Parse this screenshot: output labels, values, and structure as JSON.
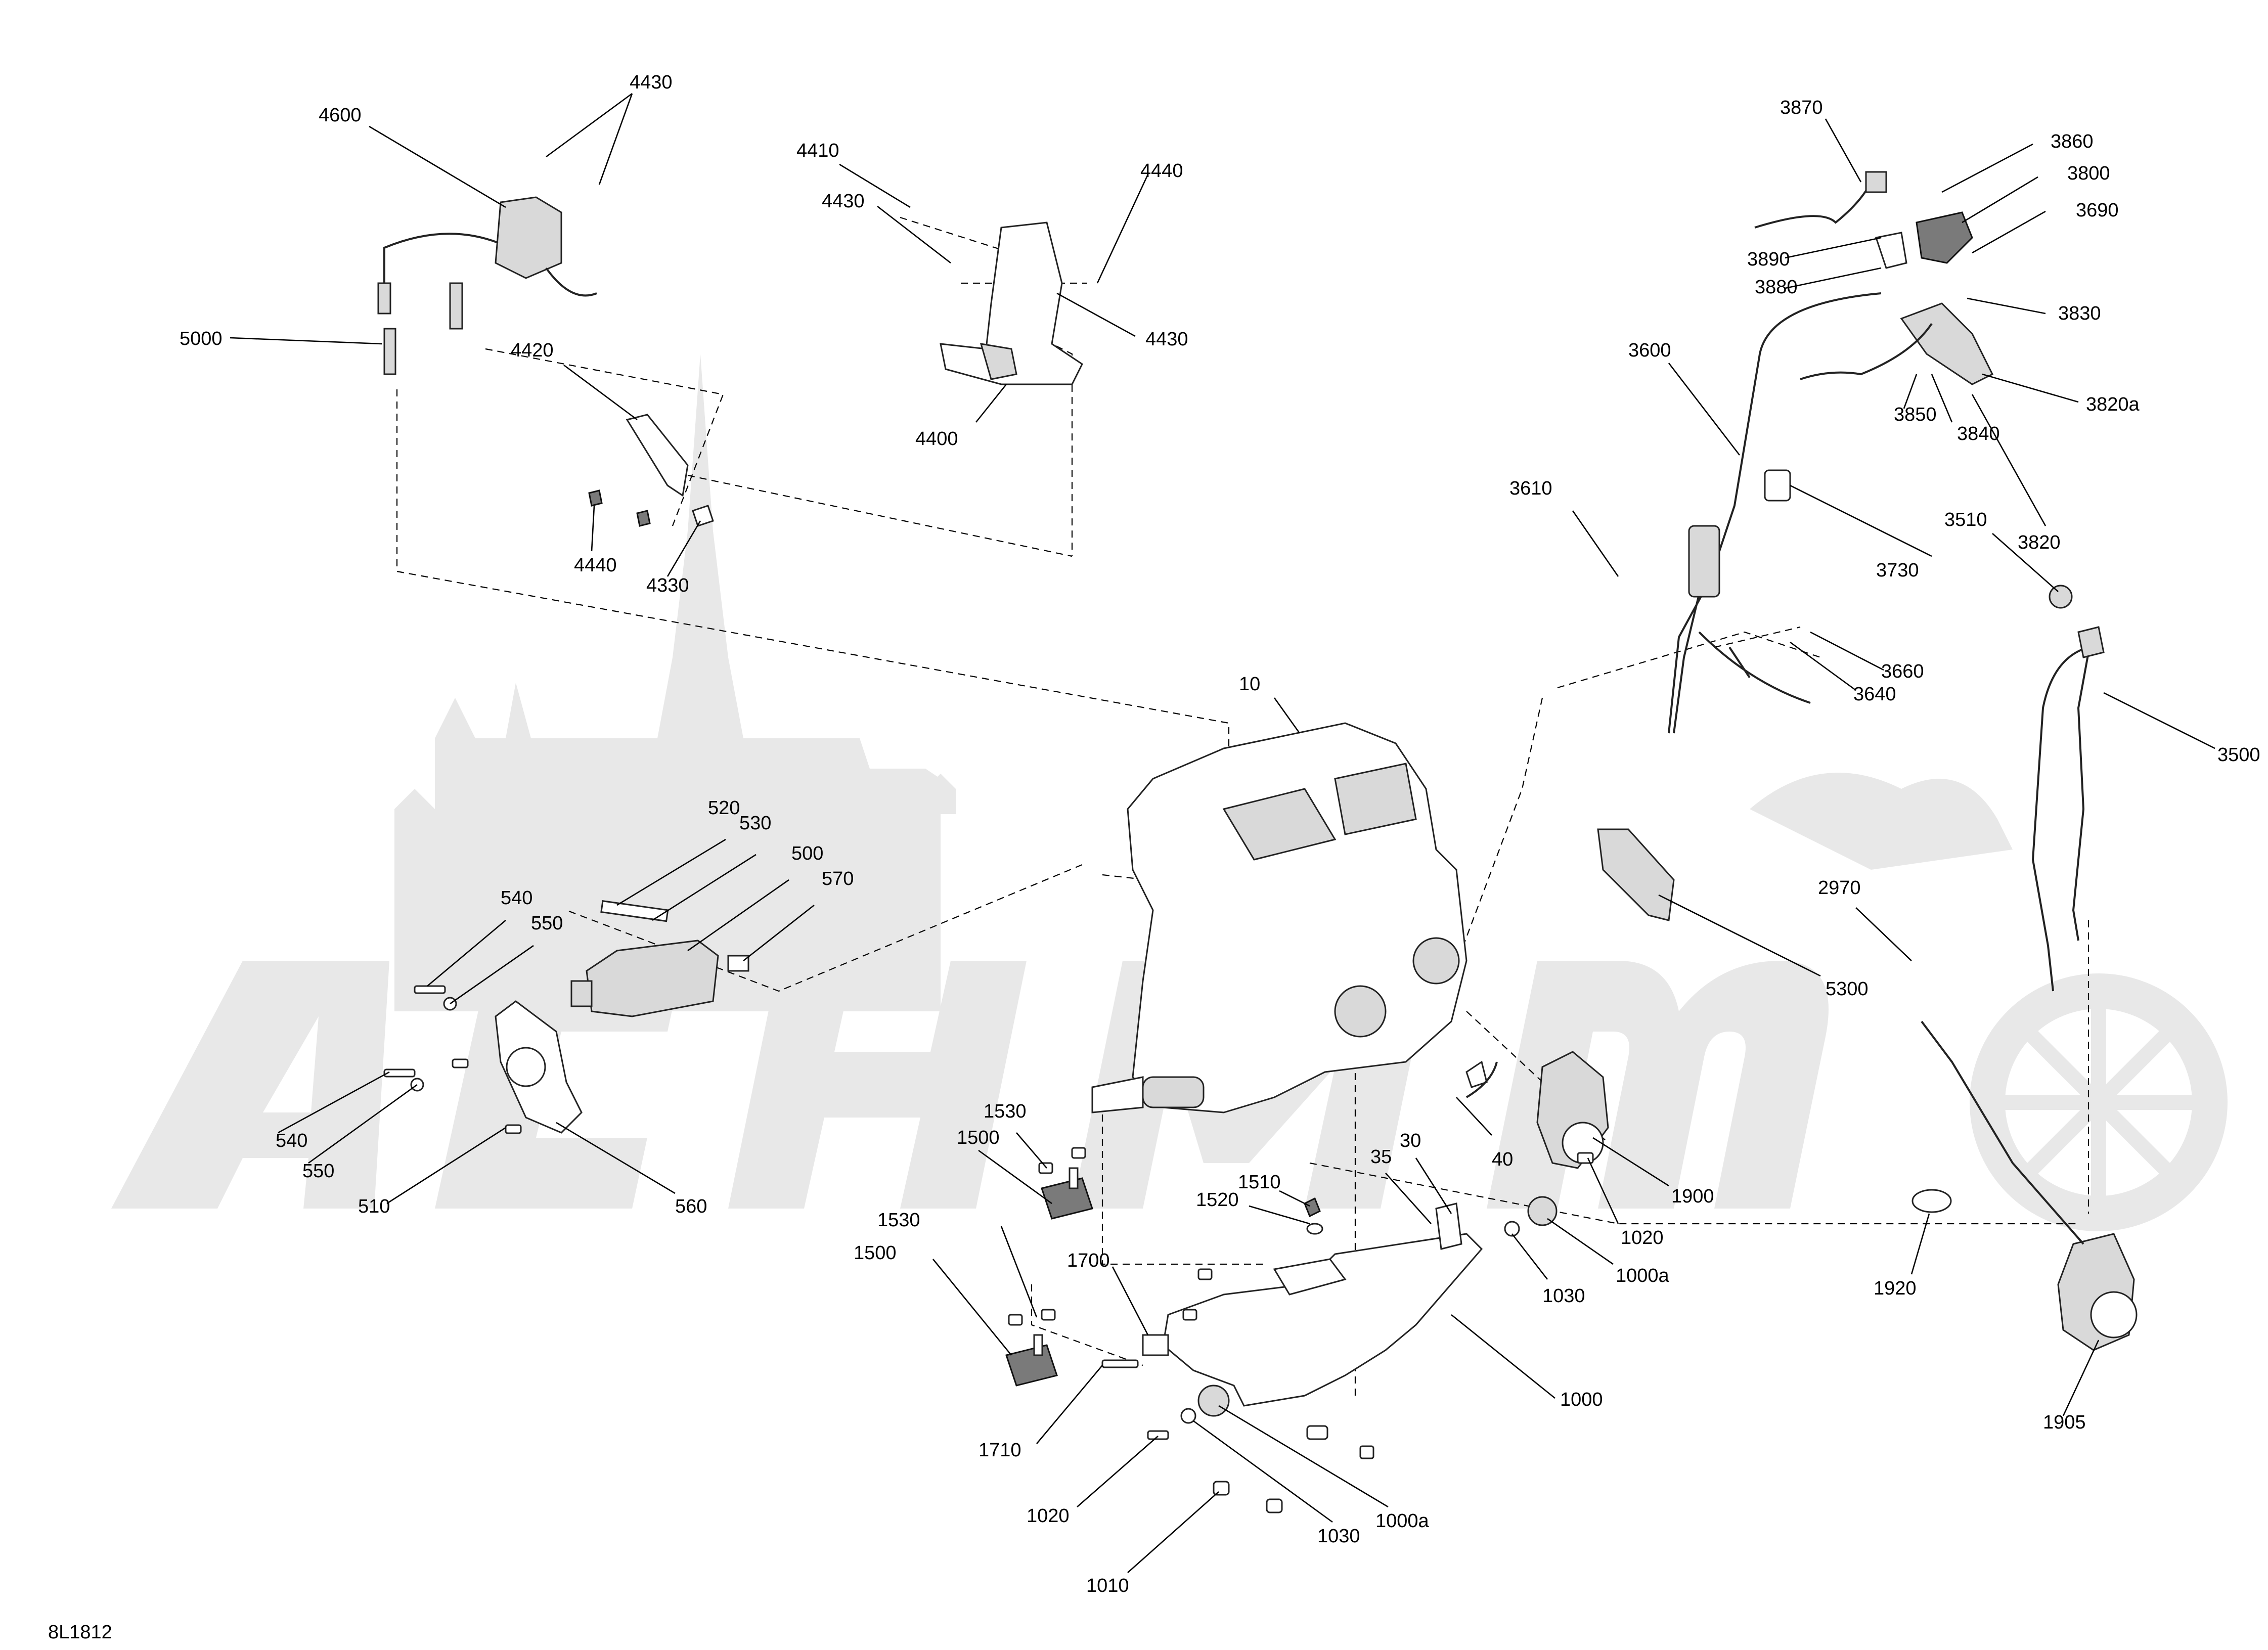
{
  "document": {
    "code": "8L1812"
  },
  "callouts": [
    {
      "id": "4600",
      "label": "4600"
    },
    {
      "id": "4430a",
      "label": "4430"
    },
    {
      "id": "5000",
      "label": "5000"
    },
    {
      "id": "4420",
      "label": "4420"
    },
    {
      "id": "4440a",
      "label": "4440"
    },
    {
      "id": "4330",
      "label": "4330"
    },
    {
      "id": "4410",
      "label": "4410"
    },
    {
      "id": "4430b",
      "label": "4430"
    },
    {
      "id": "4440b",
      "label": "4440"
    },
    {
      "id": "4430c",
      "label": "4430"
    },
    {
      "id": "4400",
      "label": "4400"
    },
    {
      "id": "3870",
      "label": "3870"
    },
    {
      "id": "3860",
      "label": "3860"
    },
    {
      "id": "3800",
      "label": "3800"
    },
    {
      "id": "3690",
      "label": "3690"
    },
    {
      "id": "3890",
      "label": "3890"
    },
    {
      "id": "3880",
      "label": "3880"
    },
    {
      "id": "3830",
      "label": "3830"
    },
    {
      "id": "3600",
      "label": "3600"
    },
    {
      "id": "3820a",
      "label": "3820a"
    },
    {
      "id": "3850",
      "label": "3850"
    },
    {
      "id": "3840",
      "label": "3840"
    },
    {
      "id": "3610",
      "label": "3610"
    },
    {
      "id": "3730",
      "label": "3730"
    },
    {
      "id": "3510",
      "label": "3510"
    },
    {
      "id": "3820",
      "label": "3820"
    },
    {
      "id": "3660",
      "label": "3660"
    },
    {
      "id": "3640",
      "label": "3640"
    },
    {
      "id": "3500",
      "label": "3500"
    },
    {
      "id": "10",
      "label": "10"
    },
    {
      "id": "520",
      "label": "520"
    },
    {
      "id": "530",
      "label": "530"
    },
    {
      "id": "500",
      "label": "500"
    },
    {
      "id": "570",
      "label": "570"
    },
    {
      "id": "540a",
      "label": "540"
    },
    {
      "id": "550a",
      "label": "550"
    },
    {
      "id": "540b",
      "label": "540"
    },
    {
      "id": "550b",
      "label": "550"
    },
    {
      "id": "510",
      "label": "510"
    },
    {
      "id": "560",
      "label": "560"
    },
    {
      "id": "5300",
      "label": "5300"
    },
    {
      "id": "2970",
      "label": "2970"
    },
    {
      "id": "1530a",
      "label": "1530"
    },
    {
      "id": "1500a",
      "label": "1500"
    },
    {
      "id": "1520",
      "label": "1520"
    },
    {
      "id": "1510",
      "label": "1510"
    },
    {
      "id": "30",
      "label": "30"
    },
    {
      "id": "35",
      "label": "35"
    },
    {
      "id": "40",
      "label": "40"
    },
    {
      "id": "1900",
      "label": "1900"
    },
    {
      "id": "1020a",
      "label": "1020"
    },
    {
      "id": "1000a_a",
      "label": "1000a"
    },
    {
      "id": "1030a",
      "label": "1030"
    },
    {
      "id": "1920",
      "label": "1920"
    },
    {
      "id": "1530b",
      "label": "1530"
    },
    {
      "id": "1500b",
      "label": "1500"
    },
    {
      "id": "1700",
      "label": "1700"
    },
    {
      "id": "1000",
      "label": "1000"
    },
    {
      "id": "1905",
      "label": "1905"
    },
    {
      "id": "1710",
      "label": "1710"
    },
    {
      "id": "1020b",
      "label": "1020"
    },
    {
      "id": "1030b",
      "label": "1030"
    },
    {
      "id": "1000a_b",
      "label": "1000a"
    },
    {
      "id": "1010",
      "label": "1010"
    }
  ]
}
